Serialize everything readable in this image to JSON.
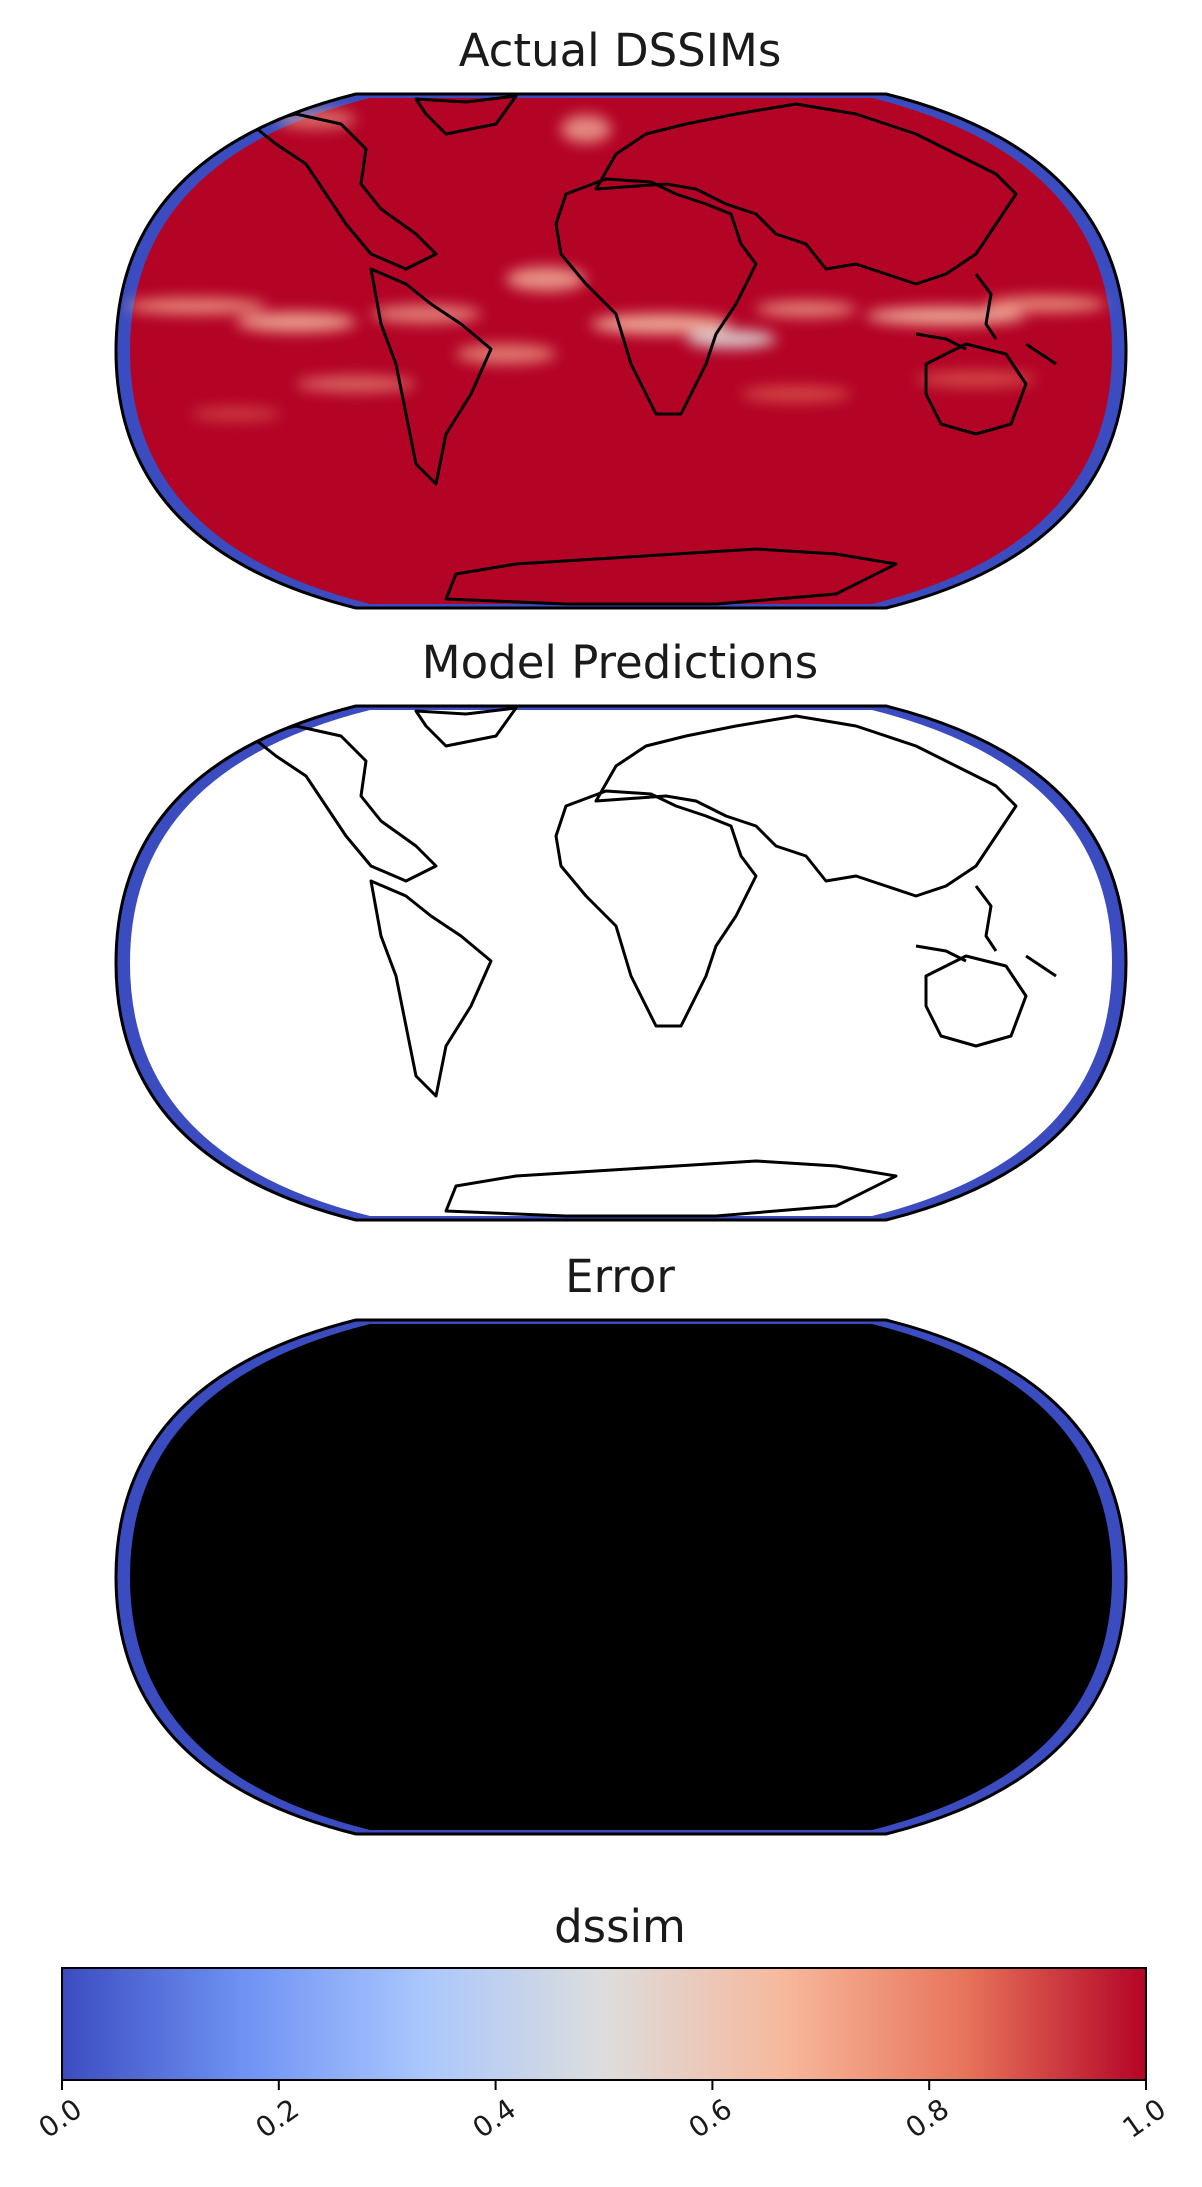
{
  "figure": {
    "panels": [
      {
        "title": "Actual DSSIMs",
        "style": "actual"
      },
      {
        "title": "Model Predictions",
        "style": "prediction"
      },
      {
        "title": "Error",
        "style": "error"
      }
    ]
  },
  "colorbar": {
    "label": "dssim",
    "ticks": [
      "0.0",
      "0.2",
      "0.4",
      "0.6",
      "0.8",
      "1.0"
    ],
    "range": [
      0.0,
      1.0
    ],
    "colormap": "coolwarm",
    "colors": [
      "#3b4cc0",
      "#6f92f3",
      "#aac7fd",
      "#dddddd",
      "#f7b89c",
      "#e7745b",
      "#b40426"
    ]
  },
  "map_colors": {
    "high": "#b40426",
    "low": "#3b4cc0",
    "outline": "#000000"
  }
}
